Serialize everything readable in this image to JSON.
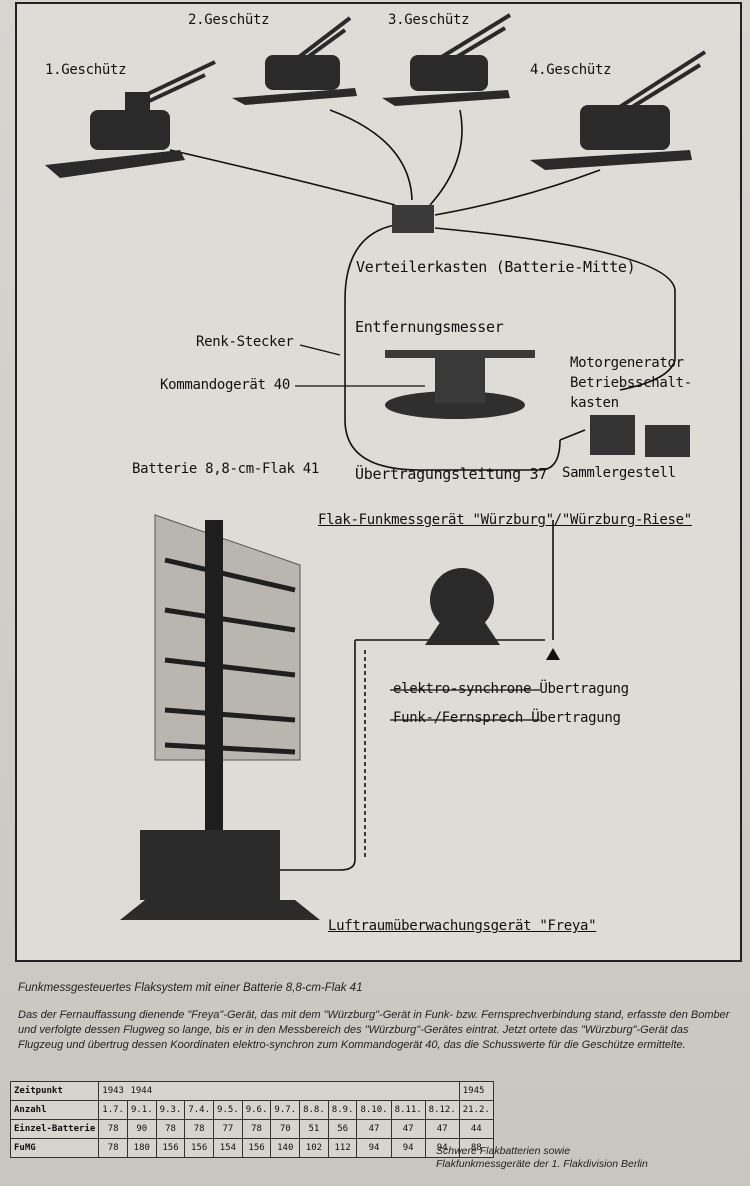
{
  "figure": {
    "labels": {
      "gun1": "1.Geschütz",
      "gun2": "2.Geschütz",
      "gun3": "3.Geschütz",
      "gun4": "4.Geschütz",
      "distribution_box": "Verteilerkasten (Batterie-Mitte)",
      "rangefinder": "Entfernungsmesser",
      "renk_plug": "Renk-Stecker",
      "command_device": "Kommandogerät 40",
      "motor_generator": "Motorgenerator",
      "control_box_1": "Betriebsschalt-",
      "control_box_2": "kasten",
      "battery_name": "Batterie 8,8-cm-Flak 41",
      "transmission_line": "Übertragungsleitung 37",
      "collector_rack": "Sammlergestell",
      "wuerzburg": "Flak-Funkmessgerät \"Würzburg\"/\"Würzburg-Riese\"",
      "electro_sync": "elektro-synchrone Übertragung",
      "radio_phone": "Funk-/Fernsprech Übertragung",
      "freya": "Luftraumüberwachungsgerät \"Freya\""
    }
  },
  "caption": {
    "title": "Funkmessgesteuertes Flaksystem mit einer Batterie 8,8-cm-Flak 41",
    "body": "Das der Fernauffassung dienende \"Freya\"-Gerät, das mit dem \"Würzburg\"-Gerät in Funk- bzw. Fernsprechverbindung stand, erfasste den Bomber und verfolgte dessen Flugweg so lange, bis er in den Messbereich des \"Würzburg\"-Gerätes eintrat. Jetzt ortete das \"Würzburg\"-Gerät das Flugzeug und übertrug dessen Koordinaten elektro-synchron zum Kommandogerät 40, das die Schusswerte für die Geschütze ermittelte."
  },
  "table": {
    "header_time": "Zeitpunkt",
    "header_count": "Anzahl",
    "years": [
      "1943",
      "1944",
      "1945"
    ],
    "dates": [
      "1.7.",
      "9.1.",
      "9.3.",
      "7.4.",
      "9.5.",
      "9.6.",
      "9.7.",
      "8.8.",
      "8.9.",
      "8.10.",
      "8.11.",
      "8.12.",
      "21.2."
    ],
    "rows": [
      {
        "label": "Einzel-Batterie",
        "values": [
          "78",
          "90",
          "78",
          "78",
          "77",
          "78",
          "70",
          "51",
          "56",
          "47",
          "47",
          "47",
          "44"
        ]
      },
      {
        "label": "FuMG",
        "values": [
          "78",
          "180",
          "156",
          "156",
          "154",
          "156",
          "140",
          "102",
          "112",
          "94",
          "94",
          "94",
          "88"
        ]
      }
    ]
  },
  "side_note": {
    "line1": "Schwere Flakbatterien sowie",
    "line2": "Flakfunkmessgeräte der 1. Flakdivision Berlin"
  }
}
